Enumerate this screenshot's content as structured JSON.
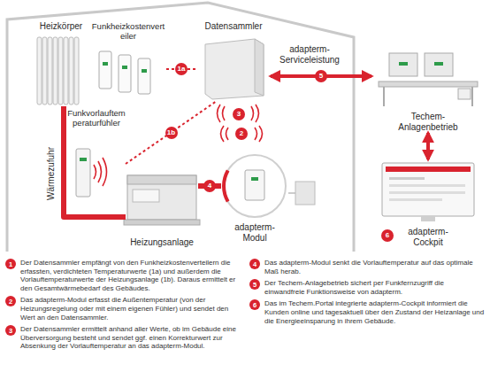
{
  "diagram": {
    "nodes": [
      {
        "text": [
          "Heizkörper"
        ]
      },
      {
        "text": [
          "Funkheizkostenverteiler"
        ]
      },
      {
        "text": [
          "Datensammler"
        ]
      },
      {
        "text": [
          "Funkvorlauftemperaturfühler"
        ]
      },
      {
        "text": [
          "Heizungsanlage"
        ]
      },
      {
        "text": [
          "adapterm-Modul"
        ]
      },
      {
        "text": [
          "Techem-Anlagenbetrieb"
        ]
      },
      {
        "text": [
          "adapterm-Cockpit"
        ]
      }
    ],
    "edges": [
      {
        "from": 1,
        "to": 2,
        "arrow": "none",
        "label": "1a"
      },
      {
        "from": 3,
        "to": 2,
        "arrow": "none",
        "label": "1b"
      },
      {
        "from": 4,
        "to": 5,
        "arrow": "none",
        "label": "4"
      },
      {
        "from": 4,
        "to": 0,
        "arrow": "none",
        "label": "Wärmezufuhr"
      },
      {
        "from": 2,
        "to": 6,
        "arrow": "both",
        "label": "5"
      },
      {
        "from": 6,
        "to": 7,
        "arrow": "both"
      }
    ],
    "labels": [
      "adapterm-Serviceleistung",
      "3",
      "2",
      "6",
      "1",
      "Der Datensammler empfängt von den Funkheizkostenverteilern die erfassten, verdichteten Temperaturwerte (1a) und außerdem die Vorlauftemperaturwerte der Heizungsanlage (1b). Daraus ermittelt er den Gesamtwärmebedarf des Gebäudes.",
      "2",
      "Das adapterm-Modul erfasst die Außentemperatur (von der Heizungsregelung oder mit einem eigenen Fühler) und sendet den Wert an den Datensammler.",
      "3",
      "Der Datensammler ermittelt anhand aller Werte, ob im Gebäude eine Überversorgung besteht und sendet ggf. einen Korrekturwert zur Absenkung der Vorlauftemperatur an das adapterm-Modul.",
      "4",
      "Das adapterm-Modul senkt die Vorlauftemperatur auf das optimale Maß herab.",
      "5",
      "Der Techem-Anlagebetrieb sichert per Funkfernzugriff die einwandfreie Funktionsweise von adapterm.",
      "6",
      "Das im Techem.Portal integrierte adapterm-Cockpit informiert die Kunden online und tagesaktuell über den Zustand der Heizanlage und die Energieeinsparung in ihrem Gebäude."
    ]
  }
}
